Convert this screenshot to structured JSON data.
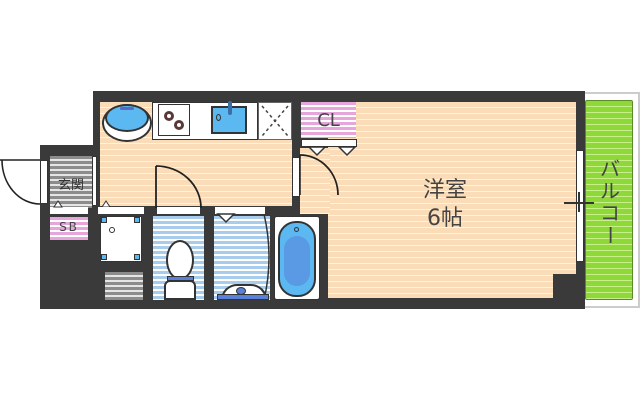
{
  "floorplan": {
    "rooms": {
      "western_room": {
        "name": "洋室",
        "size": "6帖"
      },
      "balcony": {
        "name": "バルコニー",
        "chars": [
          "バ",
          "ル",
          "コ",
          "ー"
        ]
      },
      "entrance": {
        "name": "玄関"
      },
      "shoe_box": {
        "name": "SB"
      },
      "closet": {
        "name": "CL"
      }
    },
    "colors": {
      "wall": "#3a3a3a",
      "wood_floor": "#fbdcb8",
      "wet_area": "#a8ccec",
      "entrance_floor": "#8c8c8c",
      "storage": "#e6a6dc",
      "balcony": "#8ed83a",
      "fixture_blue": "#5cb8f0"
    }
  }
}
